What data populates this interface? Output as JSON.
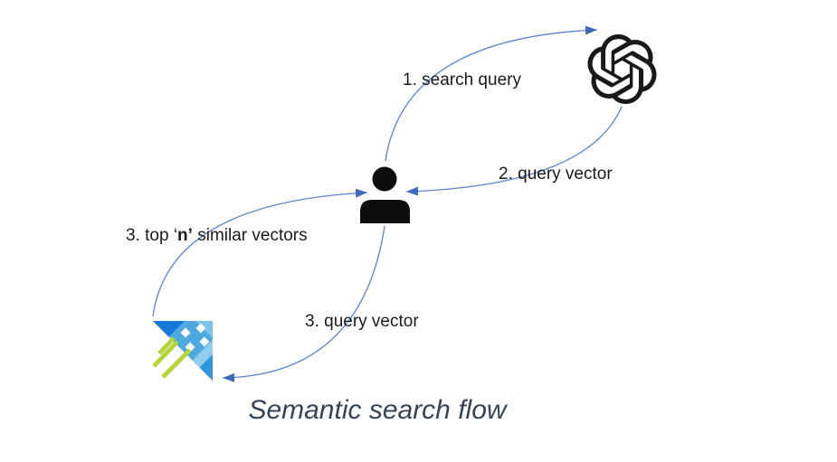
{
  "diagram": {
    "title": "Semantic search flow",
    "labels": {
      "step1": "1. search query",
      "step2": "2. query vector",
      "step3_return_prefix": "3. top ‘",
      "step3_return_bold": "n’",
      "step3_return_suffix": " similar vectors",
      "step3_send": "3. query vector"
    },
    "icons": {
      "user": "person-icon",
      "openai": "openai-logo-icon",
      "search": "azure-cognitive-search-icon",
      "arrow": "arrowhead-icon"
    },
    "colors": {
      "background": "#ffffff",
      "connector": "#5b84cb",
      "arrowhead": "#3f69bb",
      "label_text": "#1a1a1a",
      "title_text": "#364457",
      "person": "#0d0d0d",
      "openai_logo": "#191919",
      "azure_dark": "#1379d8",
      "azure_mid": "#4fa9e1",
      "azure_corner": "#79c2e9",
      "azure_light": "#8ecdee",
      "azure_deep": "#2e96dc",
      "azure_green": "#b5d437"
    }
  }
}
